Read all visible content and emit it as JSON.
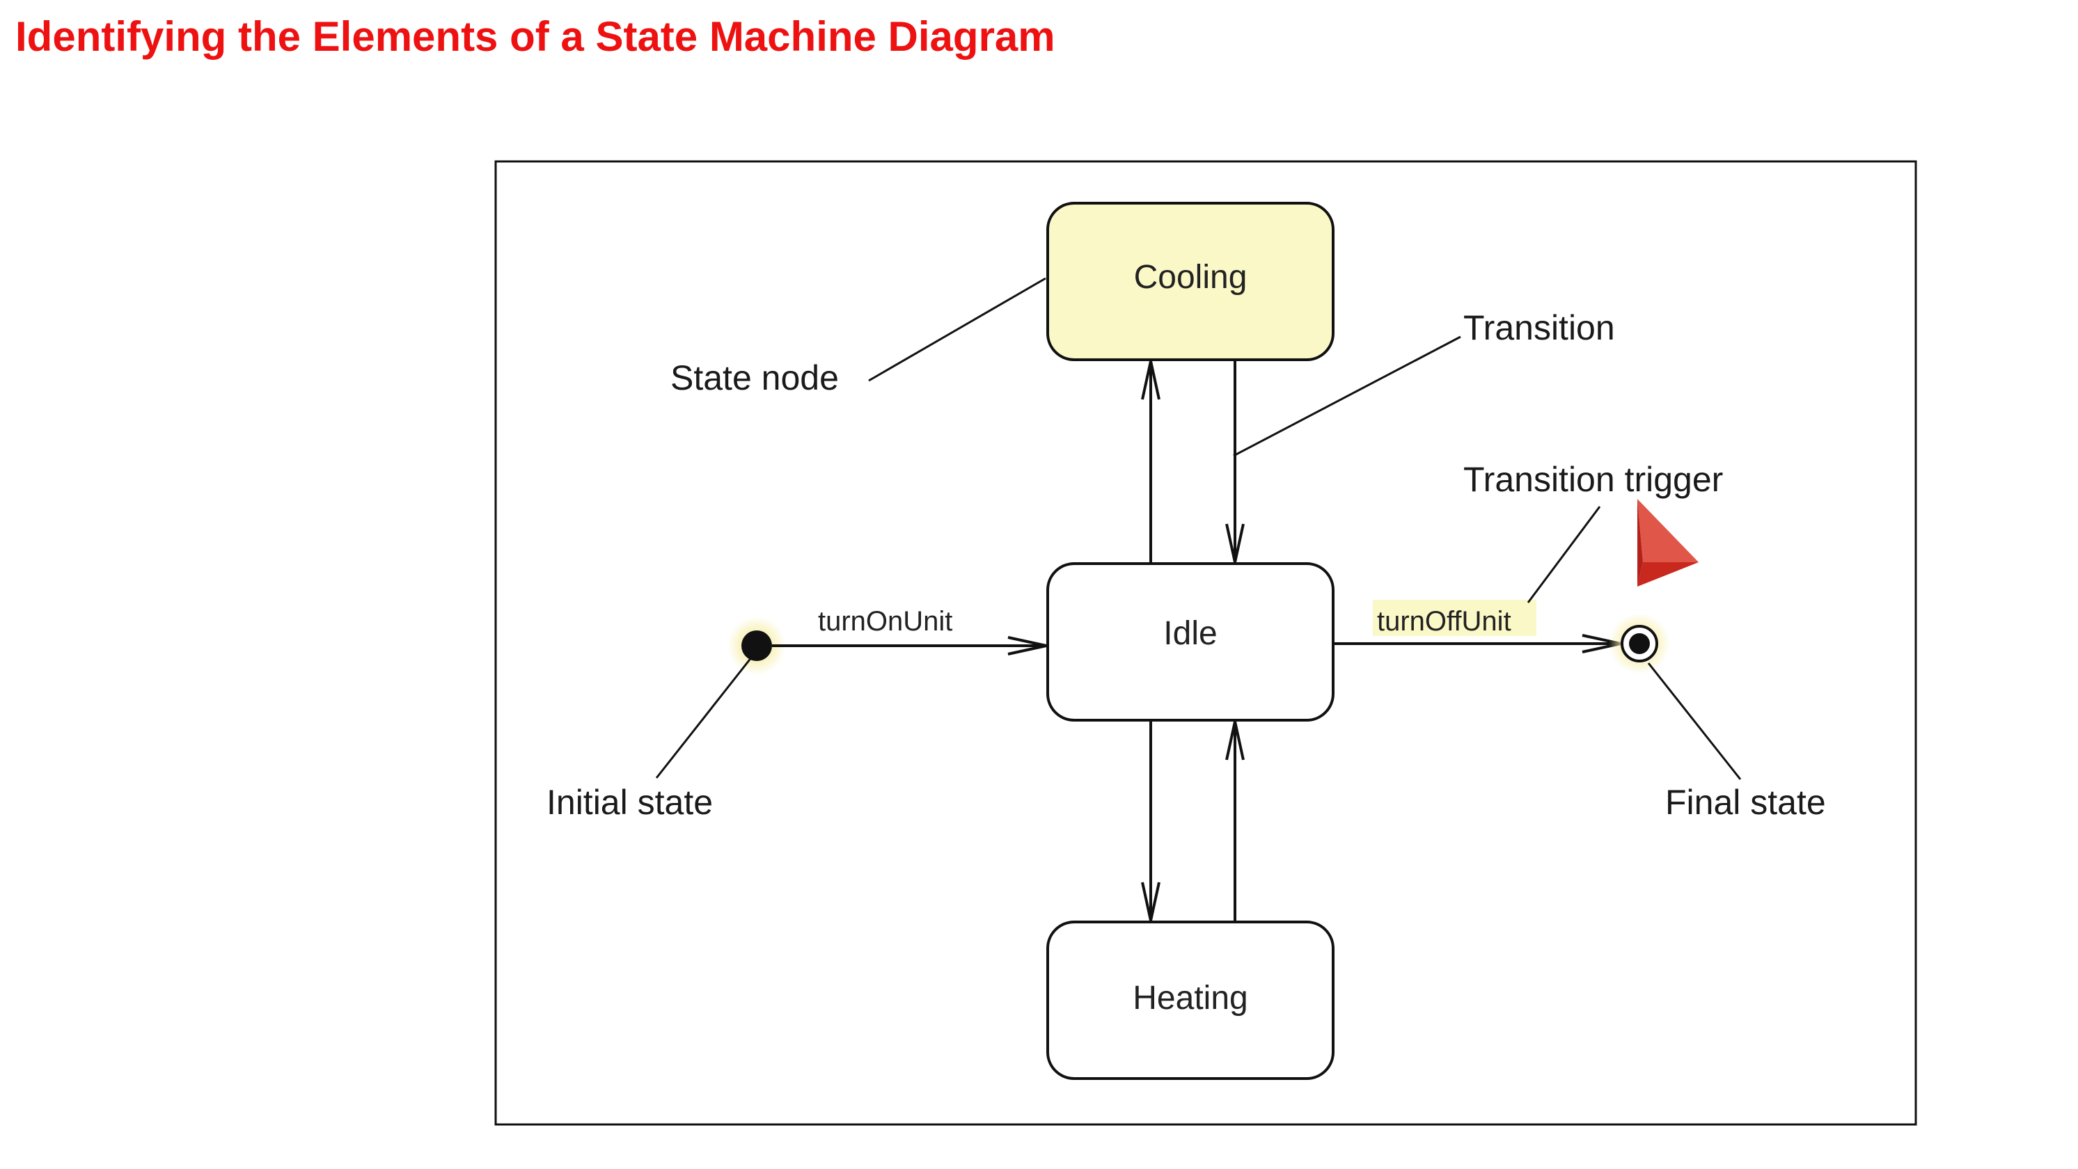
{
  "title": "Identifying the Elements of a State Machine Diagram",
  "colors": {
    "title": "#ee1111",
    "highlight": "#fbf8c8",
    "glow": "#f7f0b0",
    "line": "#111111",
    "cursor": "#c8281e"
  },
  "states": {
    "cooling": "Cooling",
    "idle": "Idle",
    "heating": "Heating"
  },
  "events": {
    "turn_on": "turnOnUnit",
    "turn_off": "turnOffUnit"
  },
  "callouts": {
    "state_node": "State node",
    "transition": "Transition",
    "transition_trigger": "Transition trigger",
    "initial_state": "Initial state",
    "final_state": "Final state"
  },
  "icons": {
    "pointer": "cursor-arrow-icon"
  }
}
